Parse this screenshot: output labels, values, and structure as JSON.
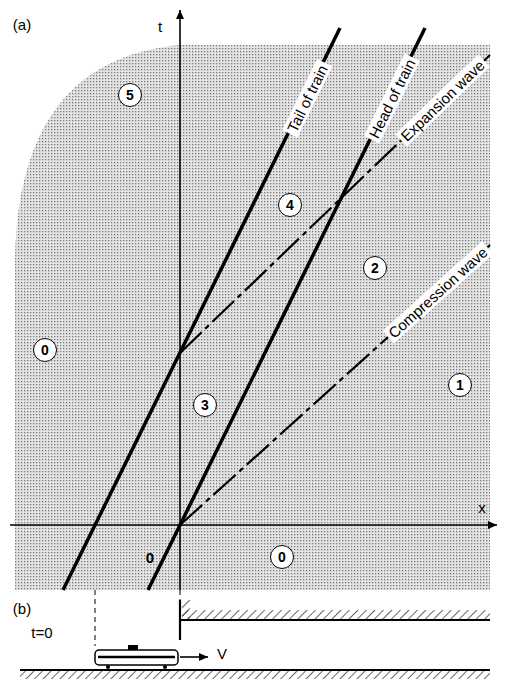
{
  "diagram": {
    "nodes": [
      {
        "text": [
          "5"
        ]
      },
      {
        "text": [
          "4"
        ]
      },
      {
        "text": [
          "2"
        ]
      },
      {
        "text": [
          "0"
        ]
      },
      {
        "text": [
          "3"
        ]
      },
      {
        "text": [
          "1"
        ]
      },
      {
        "text": [
          "0"
        ]
      }
    ],
    "labels": [
      "(a)",
      "t",
      "Tail of train",
      "Head of train",
      "Expansion wave",
      "Compression wave",
      "x",
      "0",
      "(b)",
      "t=0",
      "V"
    ]
  }
}
